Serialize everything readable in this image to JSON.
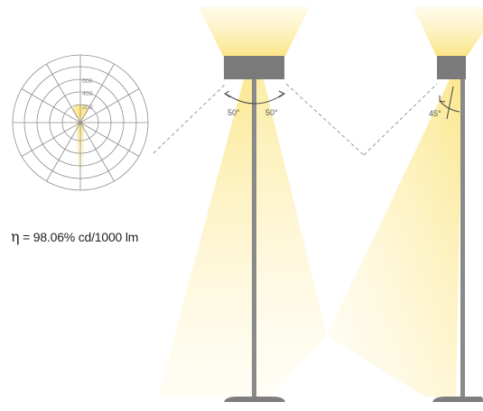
{
  "polar_diagram": {
    "scale_labels": [
      "600",
      "400",
      "200"
    ]
  },
  "efficiency": {
    "symbol": "η",
    "text": " = 98.06% cd/1000 lm"
  },
  "lamp_left": {
    "angle_left": "50°",
    "angle_right": "50°"
  },
  "lamp_right": {
    "angle": "45°"
  },
  "colors": {
    "light": "#fbe98a",
    "lamp_body": "#7a7a7a",
    "pole": "#8a8a8a",
    "grid": "#8c8c8c",
    "dashed": "#9a9a9a"
  }
}
